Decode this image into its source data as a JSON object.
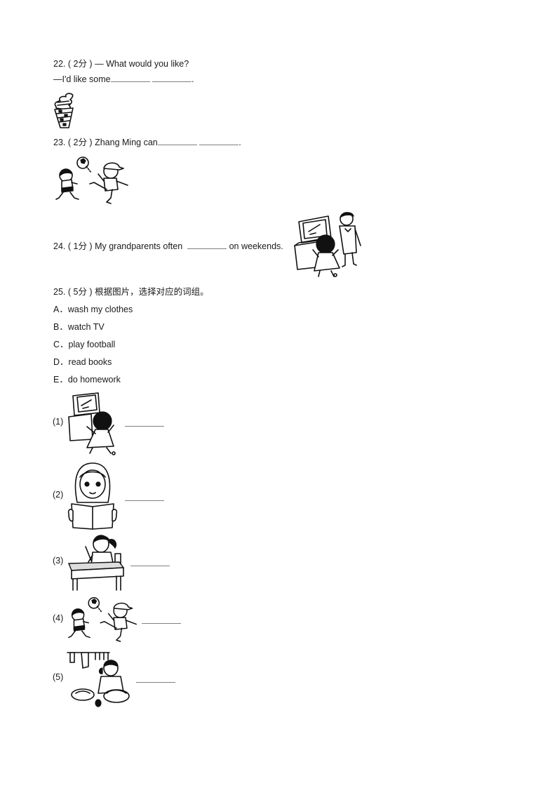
{
  "questions": [
    {
      "number": "22.",
      "points": "( 2分 )",
      "prompt": "— What would you like?",
      "answer_prefix": "—I'd like some",
      "answer_suffix": ".",
      "blanks": 2,
      "image": "ice-cream-cone-illustration"
    },
    {
      "number": "23.",
      "points": "( 2分 )",
      "prompt": "Zhang Ming can",
      "answer_suffix": ".",
      "blanks": 2,
      "image": "boys-playing-football-illustration"
    },
    {
      "number": "24.",
      "points": "( 1分 )",
      "prompt": "My grandparents often",
      "answer_suffix": "on weekends.",
      "blanks": 1,
      "image": "grandparents-watching-tv-illustration"
    },
    {
      "number": "25.",
      "points": "( 5分 )",
      "prompt": "根据图片，选择对应的词组。",
      "options": [
        {
          "letter": "A．",
          "text": "wash my clothes"
        },
        {
          "letter": "B．",
          "text": "watch TV"
        },
        {
          "letter": "C．",
          "text": "play football"
        },
        {
          "letter": "D．",
          "text": "read books"
        },
        {
          "letter": "E．",
          "text": "do homework"
        }
      ],
      "items": [
        {
          "label": "(1)",
          "image": "watching-tv-illustration"
        },
        {
          "label": "(2)",
          "image": "girl-reading-book-illustration"
        },
        {
          "label": "(3)",
          "image": "girl-doing-homework-illustration"
        },
        {
          "label": "(4)",
          "image": "boys-playing-football-illustration"
        },
        {
          "label": "(5)",
          "image": "girl-washing-clothes-illustration"
        }
      ]
    }
  ]
}
